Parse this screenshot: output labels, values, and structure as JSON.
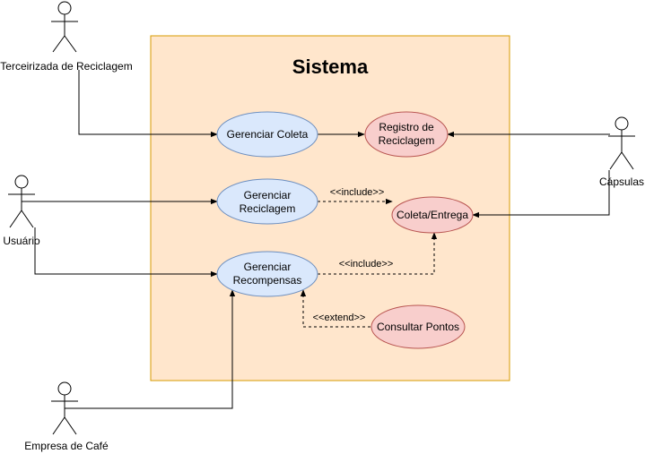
{
  "system": {
    "title": "Sistema",
    "fill_color": "#ffe6cc",
    "stroke_color": "#d79b00"
  },
  "actors": {
    "terceirizada": "Terceirizada de Reciclagem",
    "usuario": "Usuário",
    "capsulas": "Cápsulas",
    "empresa_cafe": "Empresa de Café"
  },
  "use_cases": {
    "gerenciar_coleta": "Gerenciar Coleta",
    "gerenciar_reciclagem": [
      "Gerenciar",
      "Reciclagem"
    ],
    "gerenciar_recompensas": [
      "Gerenciar",
      "Recompensas"
    ],
    "registro_reciclagem": [
      "Registro de",
      "Reciclagem"
    ],
    "coleta_entrega": "Coleta/Entrega",
    "consultar_pontos": "Consultar Pontos"
  },
  "relations": {
    "include_1": "<<include>>",
    "include_2": "<<include>>",
    "extend_1": "<<extend>>"
  },
  "colors": {
    "blue_fill": "#dae8fc",
    "blue_stroke": "#6c8ebf",
    "red_fill": "#f8cecc",
    "red_stroke": "#b85450"
  }
}
